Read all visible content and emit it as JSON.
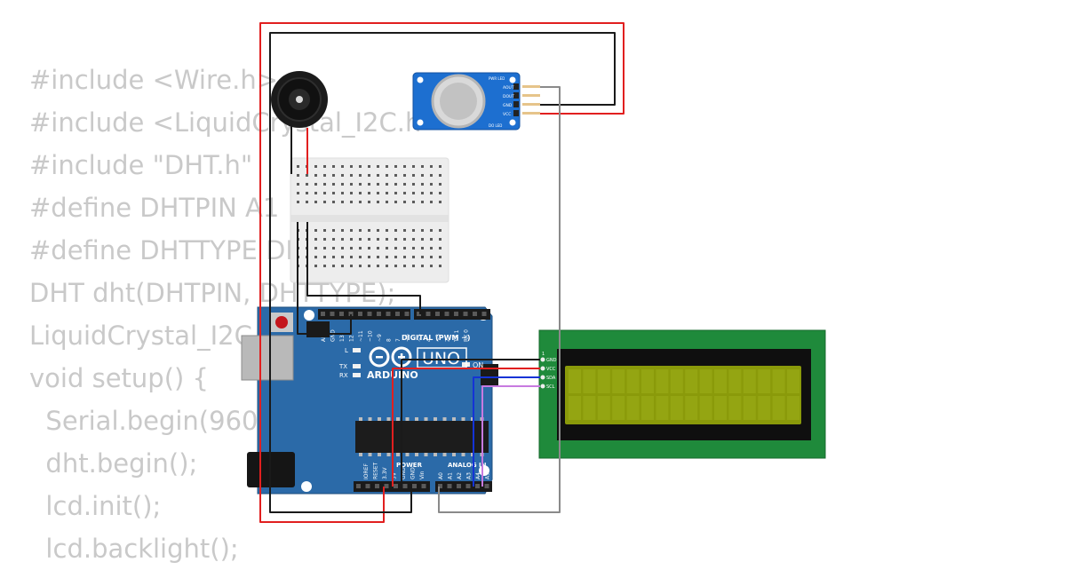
{
  "code_lines": [
    "#include <Wire.h>",
    "#include <LiquidCrystal_I2C.h>",
    "#include \"DHT.h\"",
    "#define DHTPIN A1",
    "#define DHTTYPE DHT11",
    "DHT dht(DHTPIN, DHTTYPE);",
    "LiquidCrystal_I2C lcd(0x27, 16, 2);",
    "void setup() {",
    "  Serial.begin(9600);",
    "  dht.begin();",
    "  lcd.init();",
    "  lcd.backlight();"
  ],
  "arduino": {
    "brand": "ARDUINO",
    "model": "UNO",
    "digital_label": "DIGITAL (PWM ~)",
    "analog_label": "ANALOG IN",
    "power_label": "POWER",
    "on_label": "ON",
    "l_label": "L",
    "tx_label": "TX",
    "rx_label": "RX",
    "digital_pins": [
      "AREF",
      "GND",
      "13",
      "12",
      "~11",
      "~10",
      "~9",
      "8",
      "7",
      "~6",
      "~5",
      "4",
      "~3",
      "2",
      "TX 1",
      "RX 0"
    ],
    "power_pins": [
      "IOREF",
      "RESET",
      "3.3V",
      "5V",
      "GND",
      "GND",
      "Vin"
    ],
    "analog_pins": [
      "A0",
      "A1",
      "A2",
      "A3",
      "A4",
      "A5"
    ]
  },
  "gas_sensor": {
    "pins": [
      "AOUT",
      "DOUT",
      "GND",
      "VCC"
    ],
    "led_top": "PWR LED",
    "led_bottom": "DO LED"
  },
  "lcd": {
    "pins": [
      "GND",
      "VCC",
      "SDA",
      "SCL"
    ],
    "pin_one": "1"
  },
  "colors": {
    "wire_red": "#e11f1f",
    "wire_black": "#1a1a1a",
    "wire_gray": "#8a8a8a",
    "wire_blue": "#1433d6",
    "wire_purple": "#c77ae0",
    "arduino_board": "#2b6aa8",
    "lcd_board": "#1f8a3b",
    "lcd_screen": "#8a9a0a",
    "sensor_board": "#1d6fd0"
  }
}
